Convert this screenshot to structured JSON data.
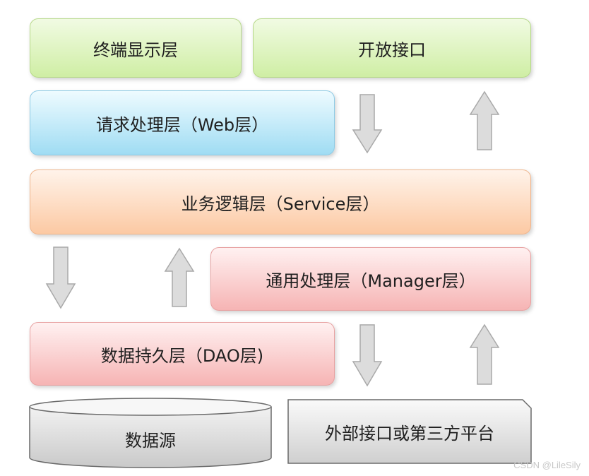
{
  "layers": {
    "terminal": "终端显示层",
    "open_api": "开放接口",
    "web": "请求处理层（Web层）",
    "service": "业务逻辑层（Service层）",
    "manager": "通用处理层（Manager层）",
    "dao": "数据持久层（DAO层)",
    "datasource": "数据源",
    "external": "外部接口或第三方平台"
  },
  "watermark": "CSDN @LileSily",
  "colors": {
    "green": "#cfeea4",
    "cyan": "#9fdcf3",
    "orange": "#fcc9a3",
    "pink": "#f6b4b4",
    "gray": "#d2d2d2",
    "arrow": "#d9d9d9"
  }
}
